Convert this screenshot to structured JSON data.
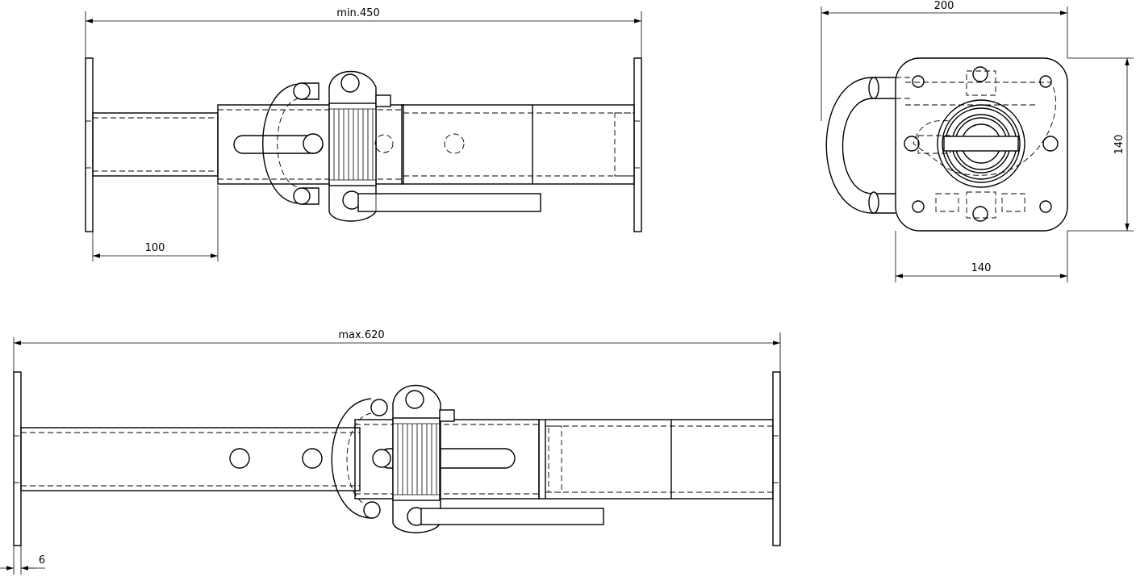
{
  "dimensions": {
    "min_length": "min.450",
    "end_offset_min": "100",
    "max_length": "max.620",
    "plate_thickness": "6",
    "end_view_width": "200",
    "end_view_plate_width": "140",
    "end_view_plate_height": "140"
  },
  "colors": {
    "line": "#000000",
    "background": "#ffffff"
  }
}
